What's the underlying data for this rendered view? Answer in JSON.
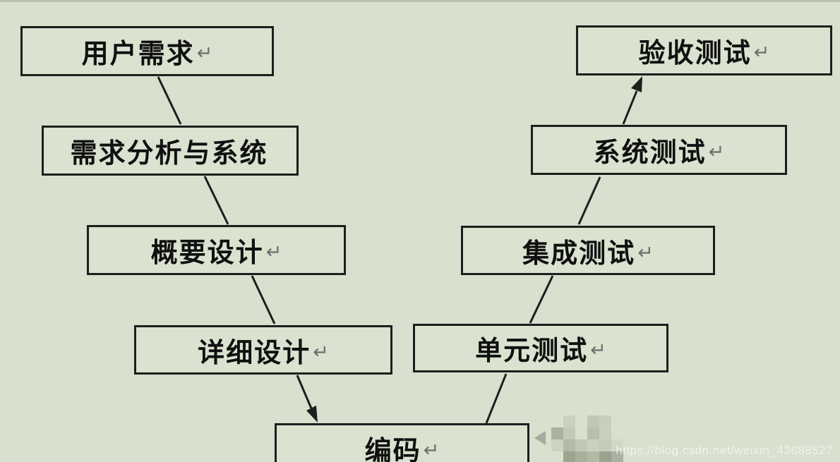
{
  "diagram": {
    "nodes": [
      {
        "id": "user-requirements",
        "label": "用户需求",
        "return_mark": "↵"
      },
      {
        "id": "requirement-analysis-system",
        "label": "需求分析与系统",
        "return_mark": ""
      },
      {
        "id": "preliminary-design",
        "label": "概要设计",
        "return_mark": "↵"
      },
      {
        "id": "detailed-design",
        "label": "详细设计",
        "return_mark": "↵"
      },
      {
        "id": "coding",
        "label": "编码",
        "return_mark": "↵"
      },
      {
        "id": "unit-testing",
        "label": "单元测试",
        "return_mark": "↵"
      },
      {
        "id": "integration-testing",
        "label": "集成测试",
        "return_mark": "↵"
      },
      {
        "id": "system-testing",
        "label": "系统测试",
        "return_mark": "↵"
      },
      {
        "id": "acceptance-testing",
        "label": "验收测试",
        "return_mark": "↵"
      }
    ],
    "edges": [
      {
        "from": "user-requirements",
        "to": "requirement-analysis-system",
        "arrow": false
      },
      {
        "from": "requirement-analysis-system",
        "to": "preliminary-design",
        "arrow": false
      },
      {
        "from": "preliminary-design",
        "to": "detailed-design",
        "arrow": false
      },
      {
        "from": "detailed-design",
        "to": "coding",
        "arrow": true
      },
      {
        "from": "coding",
        "to": "unit-testing",
        "arrow": false
      },
      {
        "from": "unit-testing",
        "to": "integration-testing",
        "arrow": false
      },
      {
        "from": "integration-testing",
        "to": "system-testing",
        "arrow": false
      },
      {
        "from": "system-testing",
        "to": "acceptance-testing",
        "arrow": true
      }
    ]
  },
  "watermark": {
    "text": "https://blog.csdn.net/weixin_43688527"
  },
  "colors": {
    "background": "#d8e0ce",
    "box_fill": "#dae2d0",
    "box_border": "#1e1e1e",
    "label_text": "#101010",
    "return_mark": "#6e6e6e",
    "edge_line": "#1e1e1e",
    "watermark_text": "rgba(255,255,255,0.62)"
  }
}
